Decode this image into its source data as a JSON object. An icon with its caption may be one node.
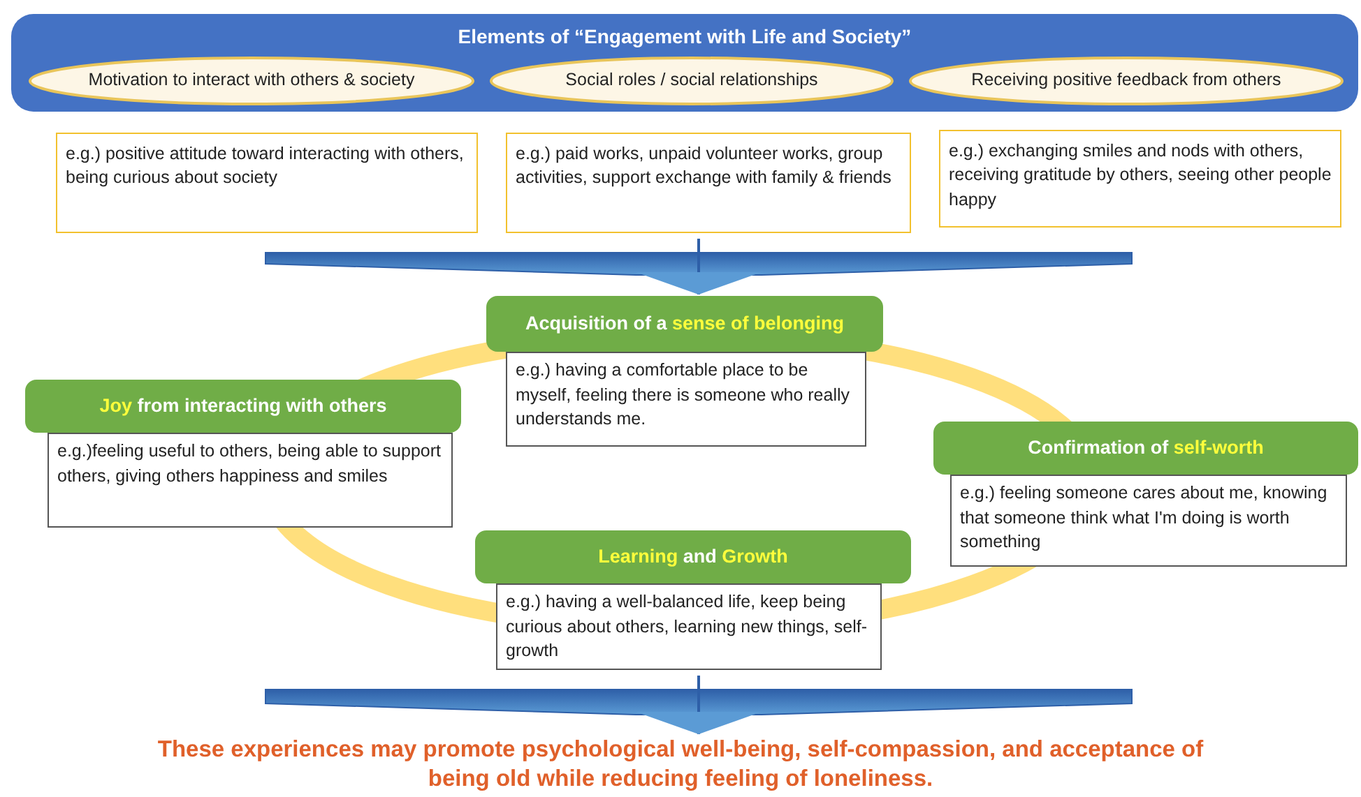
{
  "diagram": {
    "nodes": [
      {
        "text": [
          "Elements of “Engagement with Life and Society”"
        ]
      },
      {
        "text": [
          "Motivation to interact with others & society"
        ],
        "in": 0
      },
      {
        "text": [
          "Social roles / social relationships"
        ],
        "in": 0
      },
      {
        "text": [
          "Receiving positive feedback from others"
        ],
        "in": 0
      },
      {
        "text": [
          "e.g.) positive attitude toward interacting with others, being curious about society"
        ]
      },
      {
        "text": [
          "e.g.) paid works, unpaid volunteer works, group activities, support exchange with family & friends"
        ]
      },
      {
        "text": [
          "e.g.) exchanging smiles and nods with others, receiving gratitude by others, seeing other people happy"
        ]
      },
      {
        "text": [
          "Acquisition of a **sense of belonging**",
          "e.g.) having a comfortable place to be myself, feeling there is someone who really understands me."
        ]
      },
      {
        "text": [
          "**Joy** from interacting with others",
          "e.g.)feeling useful to others, being able to support others, giving others happiness and smiles"
        ]
      },
      {
        "text": [
          "Confirmation of **self-worth**",
          "e.g.) feeling someone cares about me, knowing that someone think what I'm doing is worth something"
        ]
      },
      {
        "text": [
          "**Learning** and **Growth**",
          "e.g.) having a well-balanced life, keep being curious about others, learning new things, self-growth"
        ]
      },
      {
        "text": [
          "These experiences may promote psychological well-being, self-compassion, and acceptance of being old while reducing feeling of loneliness."
        ]
      }
    ],
    "edges": [
      {
        "from": 5,
        "to": 7,
        "arrow": "to"
      },
      {
        "from": 10,
        "to": 11,
        "arrow": "to"
      }
    ]
  }
}
